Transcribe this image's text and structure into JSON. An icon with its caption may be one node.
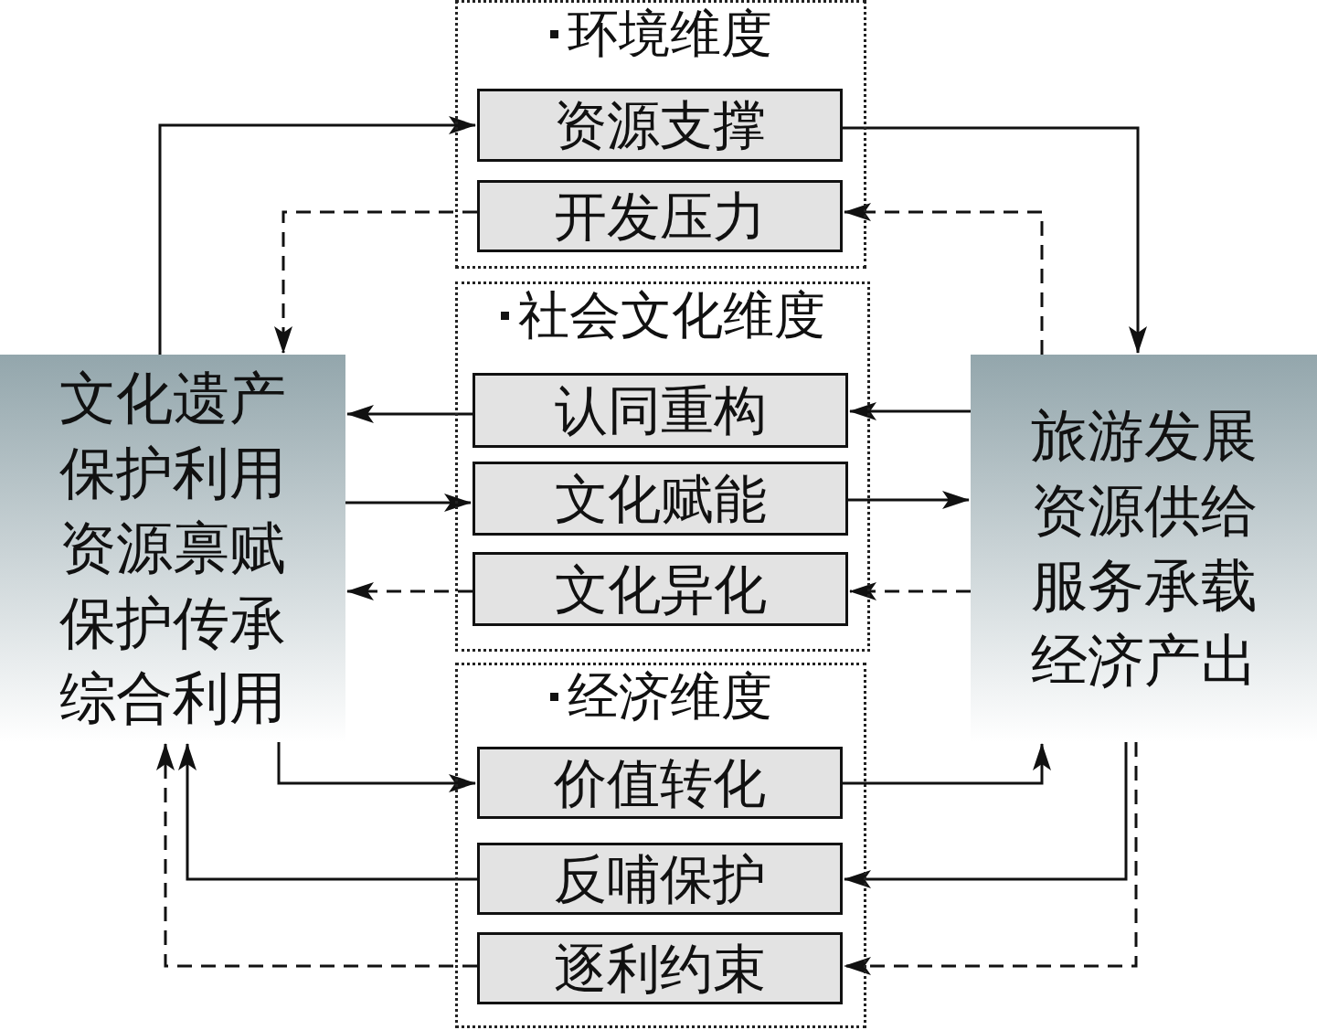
{
  "diagram": {
    "nodes": [
      {
        "text": [
          "环境维度"
        ]
      },
      {
        "text": [
          "资源支撑"
        ],
        "in": 0
      },
      {
        "text": [
          "开发压力"
        ],
        "in": 0
      },
      {
        "text": [
          "社会文化维度"
        ]
      },
      {
        "text": [
          "认同重构"
        ],
        "in": 3
      },
      {
        "text": [
          "文化赋能"
        ],
        "in": 3
      },
      {
        "text": [
          "文化异化"
        ],
        "in": 3
      },
      {
        "text": [
          "经济维度"
        ]
      },
      {
        "text": [
          "价值转化"
        ],
        "in": 7
      },
      {
        "text": [
          "反哺保护"
        ],
        "in": 7
      },
      {
        "text": [
          "逐利约束"
        ],
        "in": 7
      },
      {
        "text": [
          "文化遗产保护利用",
          "资源禀赋",
          "保护传承",
          "综合利用"
        ]
      },
      {
        "text": [
          "旅游发展",
          "资源供给",
          "服务承载",
          "经济产出"
        ]
      }
    ],
    "edges": [
      {
        "from": 11,
        "to": 1,
        "arrow": "to"
      },
      {
        "from": 1,
        "to": 12,
        "arrow": "to"
      },
      {
        "from": 12,
        "to": 2,
        "arrow": "to",
        "style": "dashed"
      },
      {
        "from": 2,
        "to": 11,
        "arrow": "to",
        "style": "dashed"
      },
      {
        "from": 12,
        "to": 4,
        "arrow": "to"
      },
      {
        "from": 4,
        "to": 11,
        "arrow": "to"
      },
      {
        "from": 11,
        "to": 5,
        "arrow": "to"
      },
      {
        "from": 5,
        "to": 12,
        "arrow": "to"
      },
      {
        "from": 12,
        "to": 6,
        "arrow": "to",
        "style": "dashed"
      },
      {
        "from": 6,
        "to": 11,
        "arrow": "to",
        "style": "dashed"
      },
      {
        "from": 11,
        "to": 8,
        "arrow": "to"
      },
      {
        "from": 8,
        "to": 12,
        "arrow": "to"
      },
      {
        "from": 12,
        "to": 9,
        "arrow": "to"
      },
      {
        "from": 12,
        "to": 10,
        "arrow": "to",
        "style": "dashed"
      },
      {
        "from": 9,
        "to": 11,
        "arrow": "to"
      },
      {
        "from": 10,
        "to": 11,
        "arrow": "to",
        "style": "dashed"
      }
    ]
  }
}
